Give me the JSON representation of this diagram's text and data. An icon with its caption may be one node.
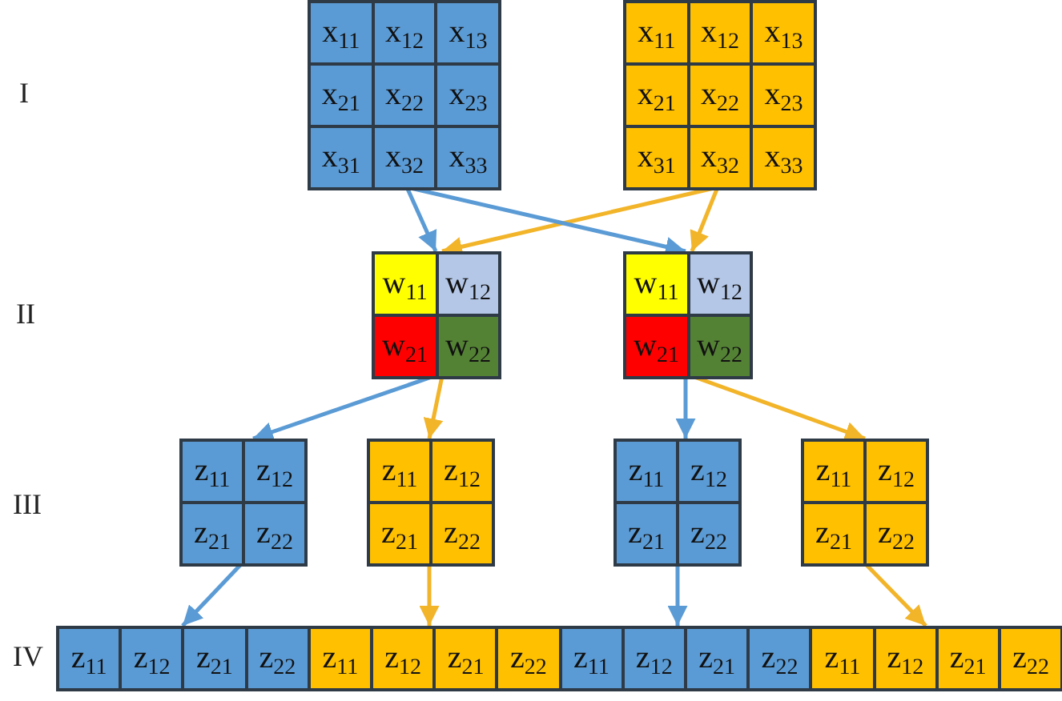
{
  "diagram": {
    "nodes": [
      {
        "text": [
          "x$_{11}$",
          "x$_{12}$",
          "x$_{13}$",
          "x$_{21}$",
          "x$_{22}$",
          "x$_{23}$",
          "x$_{31}$",
          "x$_{32}$",
          "x$_{33}$"
        ]
      },
      {
        "text": [
          "x$_{11}$",
          "x$_{12}$",
          "x$_{13}$",
          "x$_{21}$",
          "x$_{22}$",
          "x$_{23}$",
          "x$_{31}$",
          "x$_{32}$",
          "x$_{33}$"
        ]
      },
      {
        "text": [
          "w$_{11}$",
          "w$_{12}$",
          "w$_{21}$",
          "w$_{22}$"
        ]
      },
      {
        "text": [
          "w$_{11}$",
          "w$_{12}$",
          "w$_{21}$",
          "w$_{22}$"
        ]
      },
      {
        "text": [
          "z$_{11}$",
          "z$_{12}$",
          "z$_{21}$",
          "z$_{22}$"
        ]
      },
      {
        "text": [
          "z$_{11}$",
          "z$_{12}$",
          "z$_{21}$",
          "z$_{22}$"
        ]
      },
      {
        "text": [
          "z$_{11}$",
          "z$_{12}$",
          "z$_{21}$",
          "z$_{22}$"
        ]
      },
      {
        "text": [
          "z$_{11}$",
          "z$_{12}$",
          "z$_{21}$",
          "z$_{22}$"
        ]
      },
      {
        "text": [
          "z$_{11}$",
          "z$_{12}$",
          "z$_{21}$",
          "z$_{22}$"
        ]
      },
      {
        "text": [
          "z$_{11}$",
          "z$_{12}$",
          "z$_{21}$",
          "z$_{22}$"
        ]
      },
      {
        "text": [
          "z$_{11}$",
          "z$_{12}$",
          "z$_{21}$",
          "z$_{22}$"
        ]
      },
      {
        "text": [
          "z$_{11}$",
          "z$_{12}$",
          "z$_{21}$",
          "z$_{22}$"
        ]
      }
    ],
    "edges": [
      {
        "from": 0,
        "to": 2,
        "arrow": "to",
        "color": "#5b9bd5"
      },
      {
        "from": 1,
        "to": 2,
        "arrow": "to",
        "color": "#f2b429"
      },
      {
        "from": 0,
        "to": 3,
        "arrow": "to",
        "color": "#5b9bd5"
      },
      {
        "from": 1,
        "to": 3,
        "arrow": "to",
        "color": "#f2b429"
      },
      {
        "from": 2,
        "to": 4,
        "arrow": "to",
        "color": "#5b9bd5"
      },
      {
        "from": 2,
        "to": 5,
        "arrow": "to",
        "color": "#f2b429"
      },
      {
        "from": 3,
        "to": 6,
        "arrow": "to",
        "color": "#5b9bd5"
      },
      {
        "from": 3,
        "to": 7,
        "arrow": "to",
        "color": "#f2b429"
      },
      {
        "from": 4,
        "to": 8,
        "arrow": "to",
        "color": "#5b9bd5"
      },
      {
        "from": 5,
        "to": 9,
        "arrow": "to",
        "color": "#f2b429"
      },
      {
        "from": 6,
        "to": 10,
        "arrow": "to",
        "color": "#5b9bd5"
      },
      {
        "from": 7,
        "to": 11,
        "arrow": "to",
        "color": "#f2b429"
      }
    ],
    "labels": [
      "I",
      "II",
      "III",
      "IV"
    ]
  }
}
